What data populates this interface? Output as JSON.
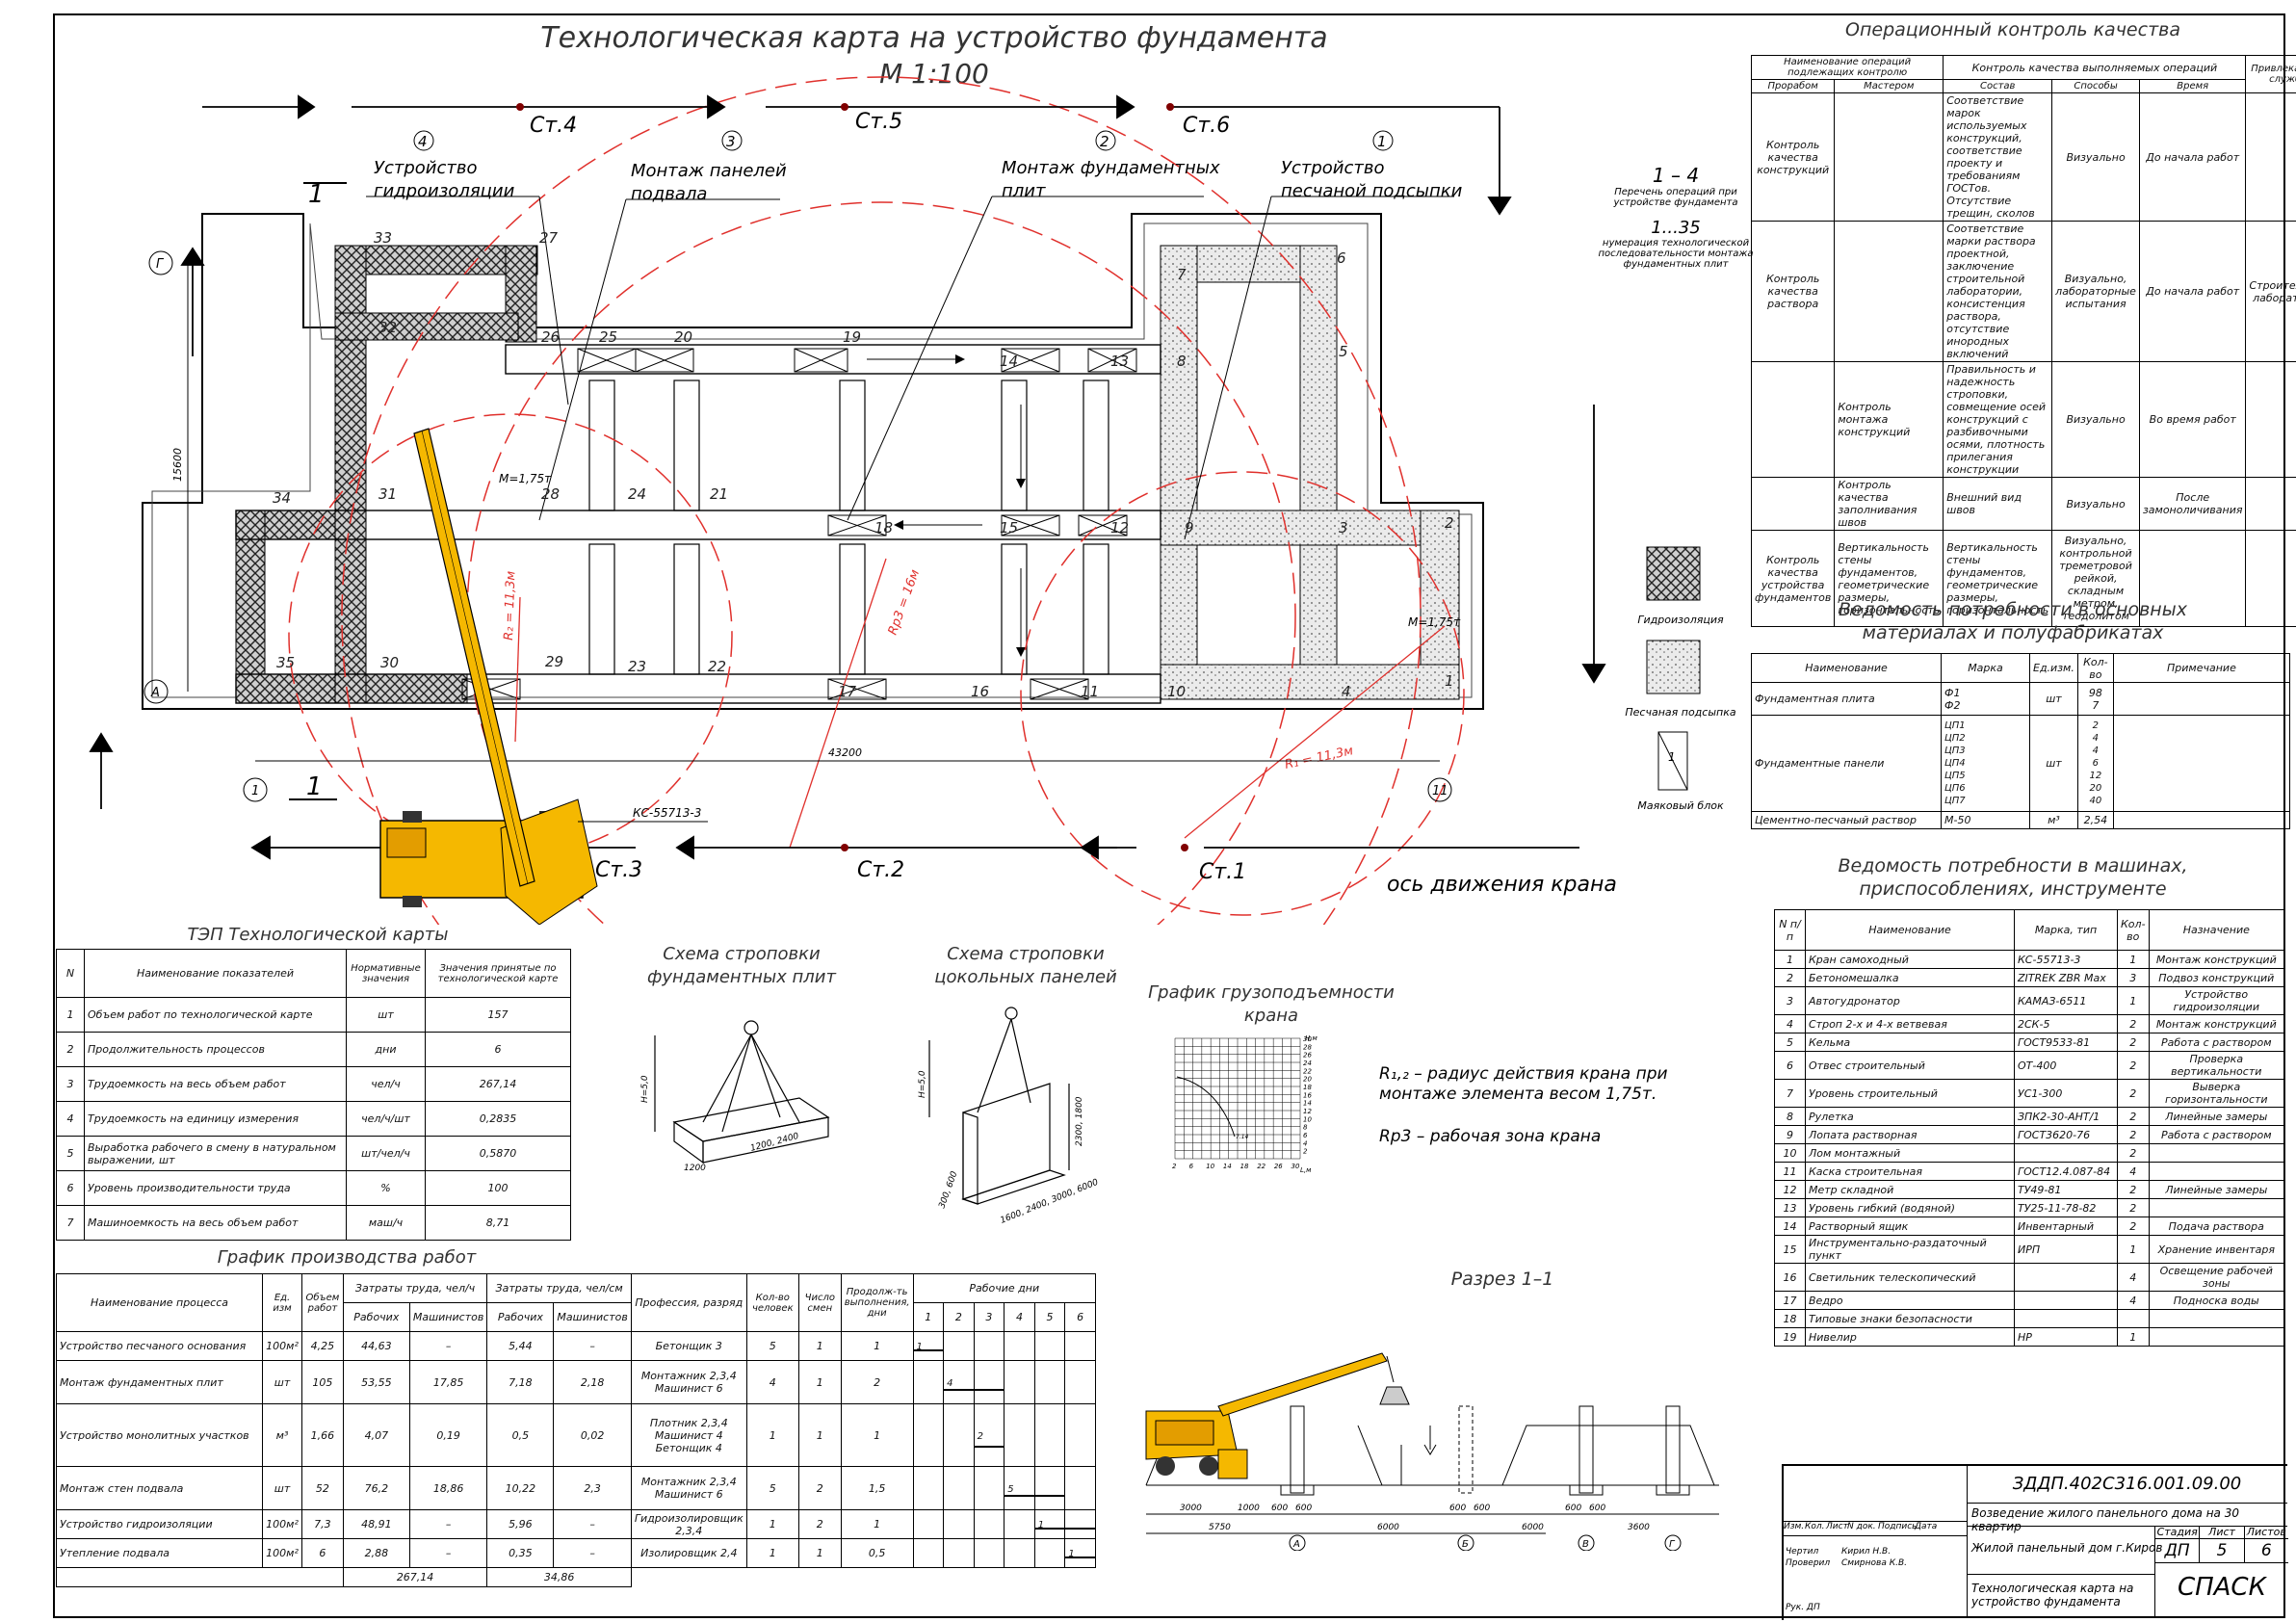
{
  "drawing": {
    "title_line1": "Технологическая карта на устройство фундамента",
    "title_line2": "М 1:100",
    "stations": [
      "Ст.4",
      "Ст.5",
      "Ст.6",
      "Ст.3",
      "Ст.2",
      "Ст.1"
    ],
    "operations": [
      {
        "num": "4",
        "label1": "Устройство",
        "label2": "гидроизоляции"
      },
      {
        "num": "3",
        "label1": "Монтаж панелей",
        "label2": "подвала"
      },
      {
        "num": "2",
        "label1": "Монтаж фундаментных",
        "label2": "плит"
      },
      {
        "num": "1",
        "label1": "Устройство",
        "label2": "песчаной подсыпки"
      }
    ],
    "crane_model_label": "КС-55713-3",
    "crane_axis_label": "ось движения крана",
    "axis_marks": [
      "Г",
      "А",
      "1",
      "11"
    ],
    "section_marks": [
      "1",
      "1"
    ],
    "dimension_total": "43200",
    "dimension_side": "15600",
    "mass_labels": [
      "М=1,75т",
      "М=1,75т"
    ],
    "radius_labels": [
      "R₁ = 11,3м",
      "Rр3 = 16м",
      "R₂ = 11,3м"
    ],
    "element_numbers": [
      "1",
      "2",
      "3",
      "4",
      "5",
      "6",
      "7",
      "8",
      "9",
      "10",
      "11",
      "12",
      "13",
      "14",
      "15",
      "16",
      "17",
      "18",
      "19",
      "20",
      "21",
      "22",
      "23",
      "24",
      "25",
      "26",
      "27",
      "28",
      "29",
      "30",
      "31",
      "32",
      "33",
      "34",
      "35"
    ]
  },
  "legend": {
    "ops_range": "1 – 4",
    "ops_desc": "Перечень операций при устройстве фундамента",
    "seq_range": "1...35",
    "seq_desc": "нумерация технологической последовательности монтажа фундаментных плит",
    "items": [
      "Гидроизоляция",
      "Песчаная подсыпка",
      "Маяковый блок"
    ]
  },
  "quality": {
    "title": "Операционный контроль качества",
    "headers": {
      "op_name": "Наименование операций подлежащих контролю",
      "control": "Контроль качества выполняемых операций",
      "services": "Привлекаемые службы",
      "foreman": "Прорабом",
      "master": "Мастером",
      "composition": "Состав",
      "methods": "Способы",
      "time": "Время"
    },
    "rows": [
      [
        "Контроль качества конструкций",
        "",
        "Соответствие марок используемых конструкций, соответствие проекту и требованиям ГОСТов. Отсутствие трещин, сколов",
        "Визуально",
        "До начала работ",
        ""
      ],
      [
        "Контроль качества раствора",
        "",
        "Соответствие марки раствора проектной, заключение строительной лаборатории, консистенция раствора, отсутствие инородных включений",
        "Визуально, лабораторные испытания",
        "До начала работ",
        "Строительная лаборатория"
      ],
      [
        "",
        "Контроль монтажа конструкций",
        "Правильность и надежность строповки, совмещение осей конструкций с разбивочными осями, плотность прилегания конструкции",
        "Визуально",
        "Во время работ",
        ""
      ],
      [
        "",
        "Контроль качества заполнивания швов",
        "Внешний вид швов",
        "Визуально",
        "После замоноличивания",
        ""
      ],
      [
        "Контроль качества устройства фундаментов",
        "Вертикальность стены фундаментов, геометрические размеры, горизонтальность",
        "Вертикальность стены фундаментов, геометрические размеры, горизонтальность",
        "Визуально, контрольной треметровой рейкой, складным метром, теодолитом",
        "",
        ""
      ]
    ]
  },
  "materials": {
    "title1": "Ведомость потребности в основных",
    "title2": "материалах и полуфабрикатах",
    "headers": [
      "Наименование",
      "Марка",
      "Ед.изм.",
      "Кол-во",
      "Примечание"
    ],
    "rows": [
      {
        "name": "Фундаментная плита",
        "marks": "Ф1\nФ2",
        "unit": "шт",
        "qty": "98\n7",
        "note": ""
      },
      {
        "name": "Фундаментные панели",
        "marks": "ЦП1\nЦП2\nЦП3\nЦП4\nЦП5\nЦП6\nЦП7",
        "unit": "шт",
        "qty": "2\n4\n4\n6\n12\n20\n40",
        "note": ""
      },
      {
        "name": "Цементно-песчаный раствор",
        "marks": "М-50",
        "unit": "м³",
        "qty": "2,54",
        "note": ""
      }
    ]
  },
  "machines": {
    "title1": "Ведомость потребности в машинах,",
    "title2": "приспособлениях, инструменте",
    "headers": [
      "N п/п",
      "Наименование",
      "Марка, тип",
      "Кол-во",
      "Назначение"
    ],
    "rows": [
      [
        "1",
        "Кран самоходный",
        "КС-55713-3",
        "1",
        "Монтаж конструкций"
      ],
      [
        "2",
        "Бетономешалка",
        "ZITREK ZBR Max",
        "3",
        "Подвоз конструкций"
      ],
      [
        "3",
        "Автогудронатор",
        "КАМАЗ-6511",
        "1",
        "Устройство гидроизоляции"
      ],
      [
        "4",
        "Строп 2-х и 4-х ветвевая",
        "2СК-5",
        "2",
        "Монтаж конструкций"
      ],
      [
        "5",
        "Кельма",
        "ГОСТ9533-81",
        "2",
        "Работа с раствором"
      ],
      [
        "6",
        "Отвес строительный",
        "ОТ-400",
        "2",
        "Проверка вертикальности"
      ],
      [
        "7",
        "Уровень строительный",
        "УС1-300",
        "2",
        "Выверка горизонтальности"
      ],
      [
        "8",
        "Рулетка",
        "ЗПК2-30-АНТ/1",
        "2",
        "Линейные замеры"
      ],
      [
        "9",
        "Лопата растворная",
        "ГОСТ3620-76",
        "2",
        "Работа с раствором"
      ],
      [
        "10",
        "Лом монтажный",
        "",
        "2",
        ""
      ],
      [
        "11",
        "Каска строительная",
        "ГОСТ12.4.087-84",
        "4",
        ""
      ],
      [
        "12",
        "Метр складной",
        "ТУ49-81",
        "2",
        "Линейные замеры"
      ],
      [
        "13",
        "Уровень гибкий (водяной)",
        "ТУ25-11-78-82",
        "2",
        ""
      ],
      [
        "14",
        "Растворный ящик",
        "Инвентарный",
        "2",
        "Подача раствора"
      ],
      [
        "15",
        "Инструментально-раздаточный пункт",
        "ИРП",
        "1",
        "Хранение инвентаря"
      ],
      [
        "16",
        "Светильник телескопический",
        "",
        "4",
        "Освещение рабочей зоны"
      ],
      [
        "17",
        "Ведро",
        "",
        "4",
        "Подноска воды"
      ],
      [
        "18",
        "Типовые знаки безопасности",
        "",
        "",
        ""
      ],
      [
        "19",
        "Нивелир",
        "НР",
        "1",
        ""
      ]
    ]
  },
  "tep": {
    "title": "ТЭП Технологической карты",
    "headers": [
      "N",
      "Наименование показателей",
      "Нормативные значения",
      "Значения принятые по технологической карте"
    ],
    "rows": [
      [
        "1",
        "Объем работ по технологической карте",
        "шт",
        "157"
      ],
      [
        "2",
        "Продолжительность процессов",
        "дни",
        "6"
      ],
      [
        "3",
        "Трудоемкость на весь объем работ",
        "чел/ч",
        "267,14"
      ],
      [
        "4",
        "Трудоемкость на единицу измерения",
        "чел/ч/шт",
        "0,2835"
      ],
      [
        "5",
        "Выработка рабочего в смену в натуральном выражении, шт",
        "шт/чел/ч",
        "0,5870"
      ],
      [
        "6",
        "Уровень производительности труда",
        "%",
        "100"
      ],
      [
        "7",
        "Машиноемкость на весь объем работ",
        "маш/ч",
        "8,71"
      ]
    ]
  },
  "schemes": {
    "slab_title1": "Схема строповки",
    "slab_title2": "фундаментных плит",
    "panel_title1": "Схема строповки",
    "panel_title2": "цокольных панелей",
    "capacity_title1": "График грузоподъемности",
    "capacity_title2": "крана",
    "note_r12": "R₁,₂ – радиус действия крана при",
    "note_r12b": "монтаже элемента весом 1,75т.",
    "note_rp3": "Rр3 – рабочая зона крана",
    "capacity_y_ticks": [
      "30",
      "28",
      "26",
      "24",
      "22",
      "20",
      "18",
      "16",
      "14",
      "12",
      "10",
      "8",
      "6",
      "4",
      "2"
    ],
    "capacity_x_ticks": [
      "2",
      "6",
      "10",
      "14",
      "18",
      "22",
      "26",
      "30"
    ],
    "capacity_y_label": "H,м",
    "capacity_x_label": "L,м",
    "capacity_point": "7.14"
  },
  "schedule": {
    "title": "График производства работ",
    "headers": {
      "process": "Наименование процесса",
      "unit": "Ед. изм",
      "volume": "Объем работ",
      "labor": "Затраты труда, чел/ч",
      "labor_sm": "Затраты труда, чел/см",
      "workers": "Рабочих",
      "machinists": "Машинистов",
      "profession": "Профессия, разряд",
      "count": "Кол-во человек",
      "shifts": "Число смен",
      "duration": "Продолж-ть выполнения, дни",
      "days": "Рабочие дни"
    },
    "day_numbers": [
      "1",
      "2",
      "3",
      "4",
      "5",
      "6"
    ],
    "rows": [
      [
        "Устройство песчаного основания",
        "100м²",
        "4,25",
        "44,63",
        "–",
        "5,44",
        "–",
        "Бетонщик 3",
        "5",
        "1",
        "1"
      ],
      [
        "Монтаж фундаментных плит",
        "шт",
        "105",
        "53,55",
        "17,85",
        "7,18",
        "2,18",
        "Монтажник 2,3,4 Машинист 6",
        "4",
        "1",
        "2"
      ],
      [
        "Устройство монолитных участков",
        "м³",
        "1,66",
        "4,07",
        "0,19",
        "0,5",
        "0,02",
        "Плотник 2,3,4 Машинист 4 Бетонщик 4",
        "1",
        "1",
        "1"
      ],
      [
        "Монтаж стен подвала",
        "шт",
        "52",
        "76,2",
        "18,86",
        "10,22",
        "2,3",
        "Монтажник 2,3,4 Машинист 6",
        "5",
        "2",
        "1,5"
      ],
      [
        "Устройство гидроизоляции",
        "100м²",
        "7,3",
        "48,91",
        "–",
        "5,96",
        "–",
        "Гидроизолировщик 2,3,4",
        "1",
        "2",
        "1"
      ],
      [
        "Утепление подвала",
        "100м²",
        "6",
        "2,88",
        "–",
        "0,35",
        "–",
        "Изолировщик 2,4",
        "1",
        "1",
        "0,5"
      ]
    ],
    "totals": [
      "267,14",
      "34,86"
    ],
    "bar_labels": [
      "1",
      "4",
      "2",
      "5",
      "1",
      "1"
    ]
  },
  "section": {
    "title": "Разрез 1–1",
    "dims": [
      "3000",
      "1000",
      "600",
      "600",
      "600",
      "600",
      "600",
      "600",
      "5750",
      "6000",
      "6000",
      "3600"
    ],
    "axes": [
      "А",
      "Б",
      "В",
      "Г"
    ]
  },
  "stamp": {
    "code": "ЗДДП.402С316.001.09.00",
    "project": "Возведение жилого панельного дома на 30 квартир",
    "object": "Жилой панельный дом г.Киров",
    "sheet_title": "Технологическая карта на устройство фундамента",
    "org": "СПАСК",
    "col_heads": [
      "Изм.",
      "Кол.",
      "Лист",
      "N док.",
      "Подпись",
      "Дата"
    ],
    "roles": [
      [
        "Чертил",
        "Кирил Н.В."
      ],
      [
        "Проверил",
        "Смирнова К.В."
      ],
      [
        "Рук. ДП",
        ""
      ]
    ],
    "stage_heads": [
      "Стадия",
      "Лист",
      "Листов"
    ],
    "stage_vals": [
      "ДП",
      "5",
      "6"
    ]
  }
}
